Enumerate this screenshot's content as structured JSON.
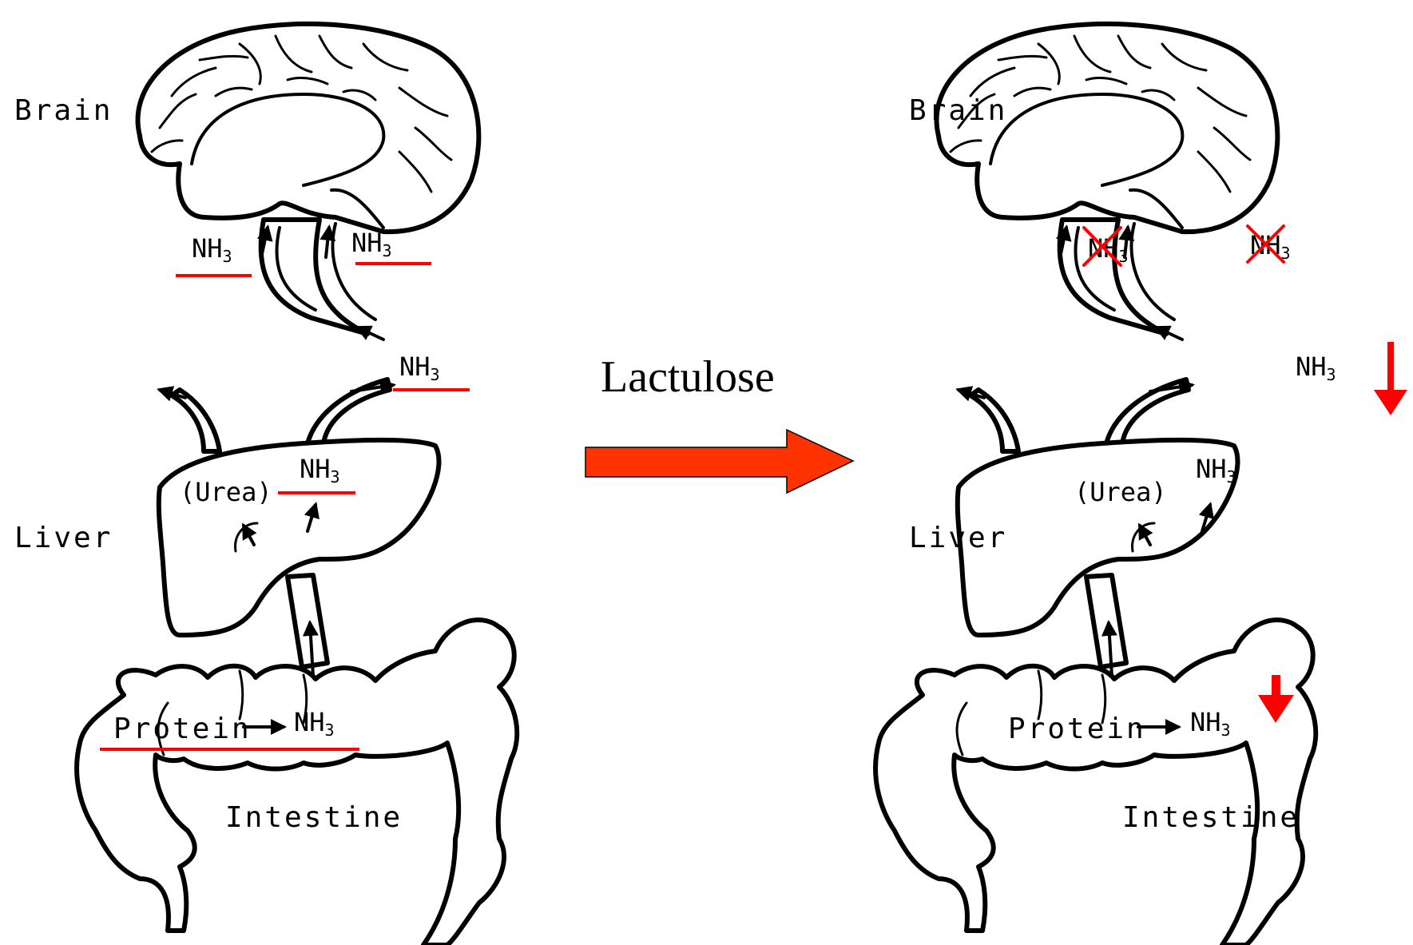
{
  "colors": {
    "ink": "#000000",
    "highlight": "#ff0000",
    "arrow_fill": "#ff3300"
  },
  "center": {
    "label": "Lactulose",
    "arrow_icon": "right-arrow"
  },
  "panels": [
    {
      "id": "before",
      "organs": {
        "brain": "Brain",
        "liver": "Liver",
        "intestine": "Intestine"
      },
      "nh3_base": "NH",
      "nh3_sub": "3",
      "urea": "(Urea)",
      "protein": "Protein",
      "markers": "underlined"
    },
    {
      "id": "after",
      "organs": {
        "brain": "Brain",
        "liver": "Liver",
        "intestine": "Intestine"
      },
      "nh3_base": "NH",
      "nh3_sub": "3",
      "urea": "(Urea)",
      "protein": "Protein",
      "markers": "crossed-out-and-decreasing"
    }
  ]
}
